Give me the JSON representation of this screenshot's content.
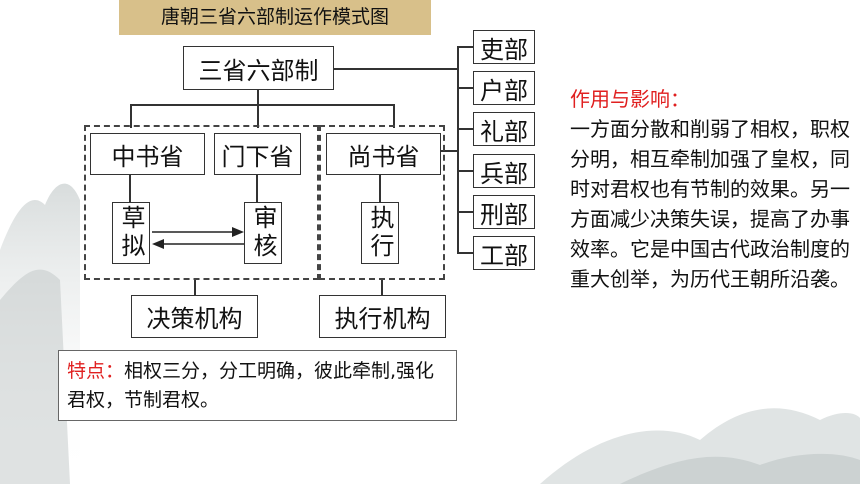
{
  "title": "唐朝三省六部制运作模式图",
  "root": "三省六部制",
  "sheng": [
    "中书省",
    "门下省",
    "尚书省"
  ],
  "steps": {
    "draft": "草拟",
    "review": "审核",
    "execute": "执行"
  },
  "bu": [
    "吏部",
    "户部",
    "礼部",
    "兵部",
    "刑部",
    "工部"
  ],
  "groups": {
    "decision": "决策机构",
    "execution": "执行机构"
  },
  "feature": {
    "label": "特点：",
    "text": "相权三分，分工明确，彼此牵制,强化君权，节制君权。"
  },
  "effect": {
    "label": "作用与影响：",
    "text": "一方面分散和削弱了相权，职权分明，相互牵制加强了皇权，同时对君权也有节制的效果。另一方面减少决策失误，提高了办事效率。它是中国古代政治制度的重大创举，为历代王朝所沿袭。"
  }
}
